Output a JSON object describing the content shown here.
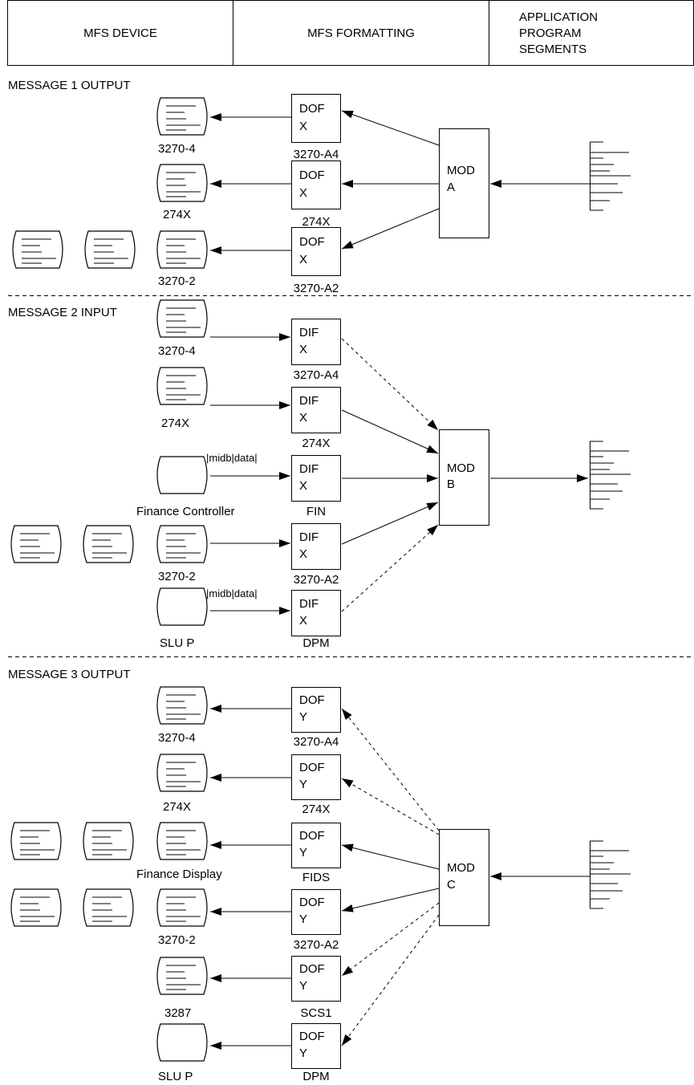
{
  "header": {
    "col1": "MFS DEVICE",
    "col2": "MFS FORMATTING",
    "col3": [
      "APPLICATION",
      "PROGRAM",
      "SEGMENTS"
    ]
  },
  "sections": [
    {
      "title": "MESSAGE 1 OUTPUT",
      "mod": [
        "MOD",
        "A"
      ],
      "rows": [
        {
          "device": "3270-4",
          "fmt": [
            "DOF",
            "X"
          ],
          "fmt_label": "3270-A4"
        },
        {
          "device": "274X",
          "fmt": [
            "DOF",
            "X"
          ],
          "fmt_label": "274X"
        },
        {
          "device": "3270-2",
          "fmt": [
            "DOF",
            "X"
          ],
          "fmt_label": "3270-A2"
        }
      ]
    },
    {
      "title": "MESSAGE 2 INPUT",
      "mod": [
        "MOD",
        "B"
      ],
      "rows": [
        {
          "device": "3270-4",
          "fmt": [
            "DIF",
            "X"
          ],
          "fmt_label": "3270-A4"
        },
        {
          "device": "274X",
          "fmt": [
            "DIF",
            "X"
          ],
          "fmt_label": "274X"
        },
        {
          "device": "Finance Controller",
          "fmt": [
            "DIF",
            "X"
          ],
          "fmt_label": "FIN",
          "line_label": "|midb|data|"
        },
        {
          "device": "3270-2",
          "fmt": [
            "DIF",
            "X"
          ],
          "fmt_label": "3270-A2"
        },
        {
          "device": "SLU P",
          "fmt": [
            "DIF",
            "X"
          ],
          "fmt_label": "DPM",
          "line_label": "|midb|data|"
        }
      ]
    },
    {
      "title": "MESSAGE 3 OUTPUT",
      "mod": [
        "MOD",
        "C"
      ],
      "rows": [
        {
          "device": "3270-4",
          "fmt": [
            "DOF",
            "Y"
          ],
          "fmt_label": "3270-A4"
        },
        {
          "device": "274X",
          "fmt": [
            "DOF",
            "Y"
          ],
          "fmt_label": "274X"
        },
        {
          "device": "Finance Display",
          "fmt": [
            "DOF",
            "Y"
          ],
          "fmt_label": "FIDS"
        },
        {
          "device": "3270-2",
          "fmt": [
            "DOF",
            "Y"
          ],
          "fmt_label": "3270-A2"
        },
        {
          "device": "3287",
          "fmt": [
            "DOF",
            "Y"
          ],
          "fmt_label": "SCS1"
        },
        {
          "device": "SLU P",
          "fmt": [
            "DOF",
            "Y"
          ],
          "fmt_label": "DPM"
        }
      ]
    }
  ]
}
